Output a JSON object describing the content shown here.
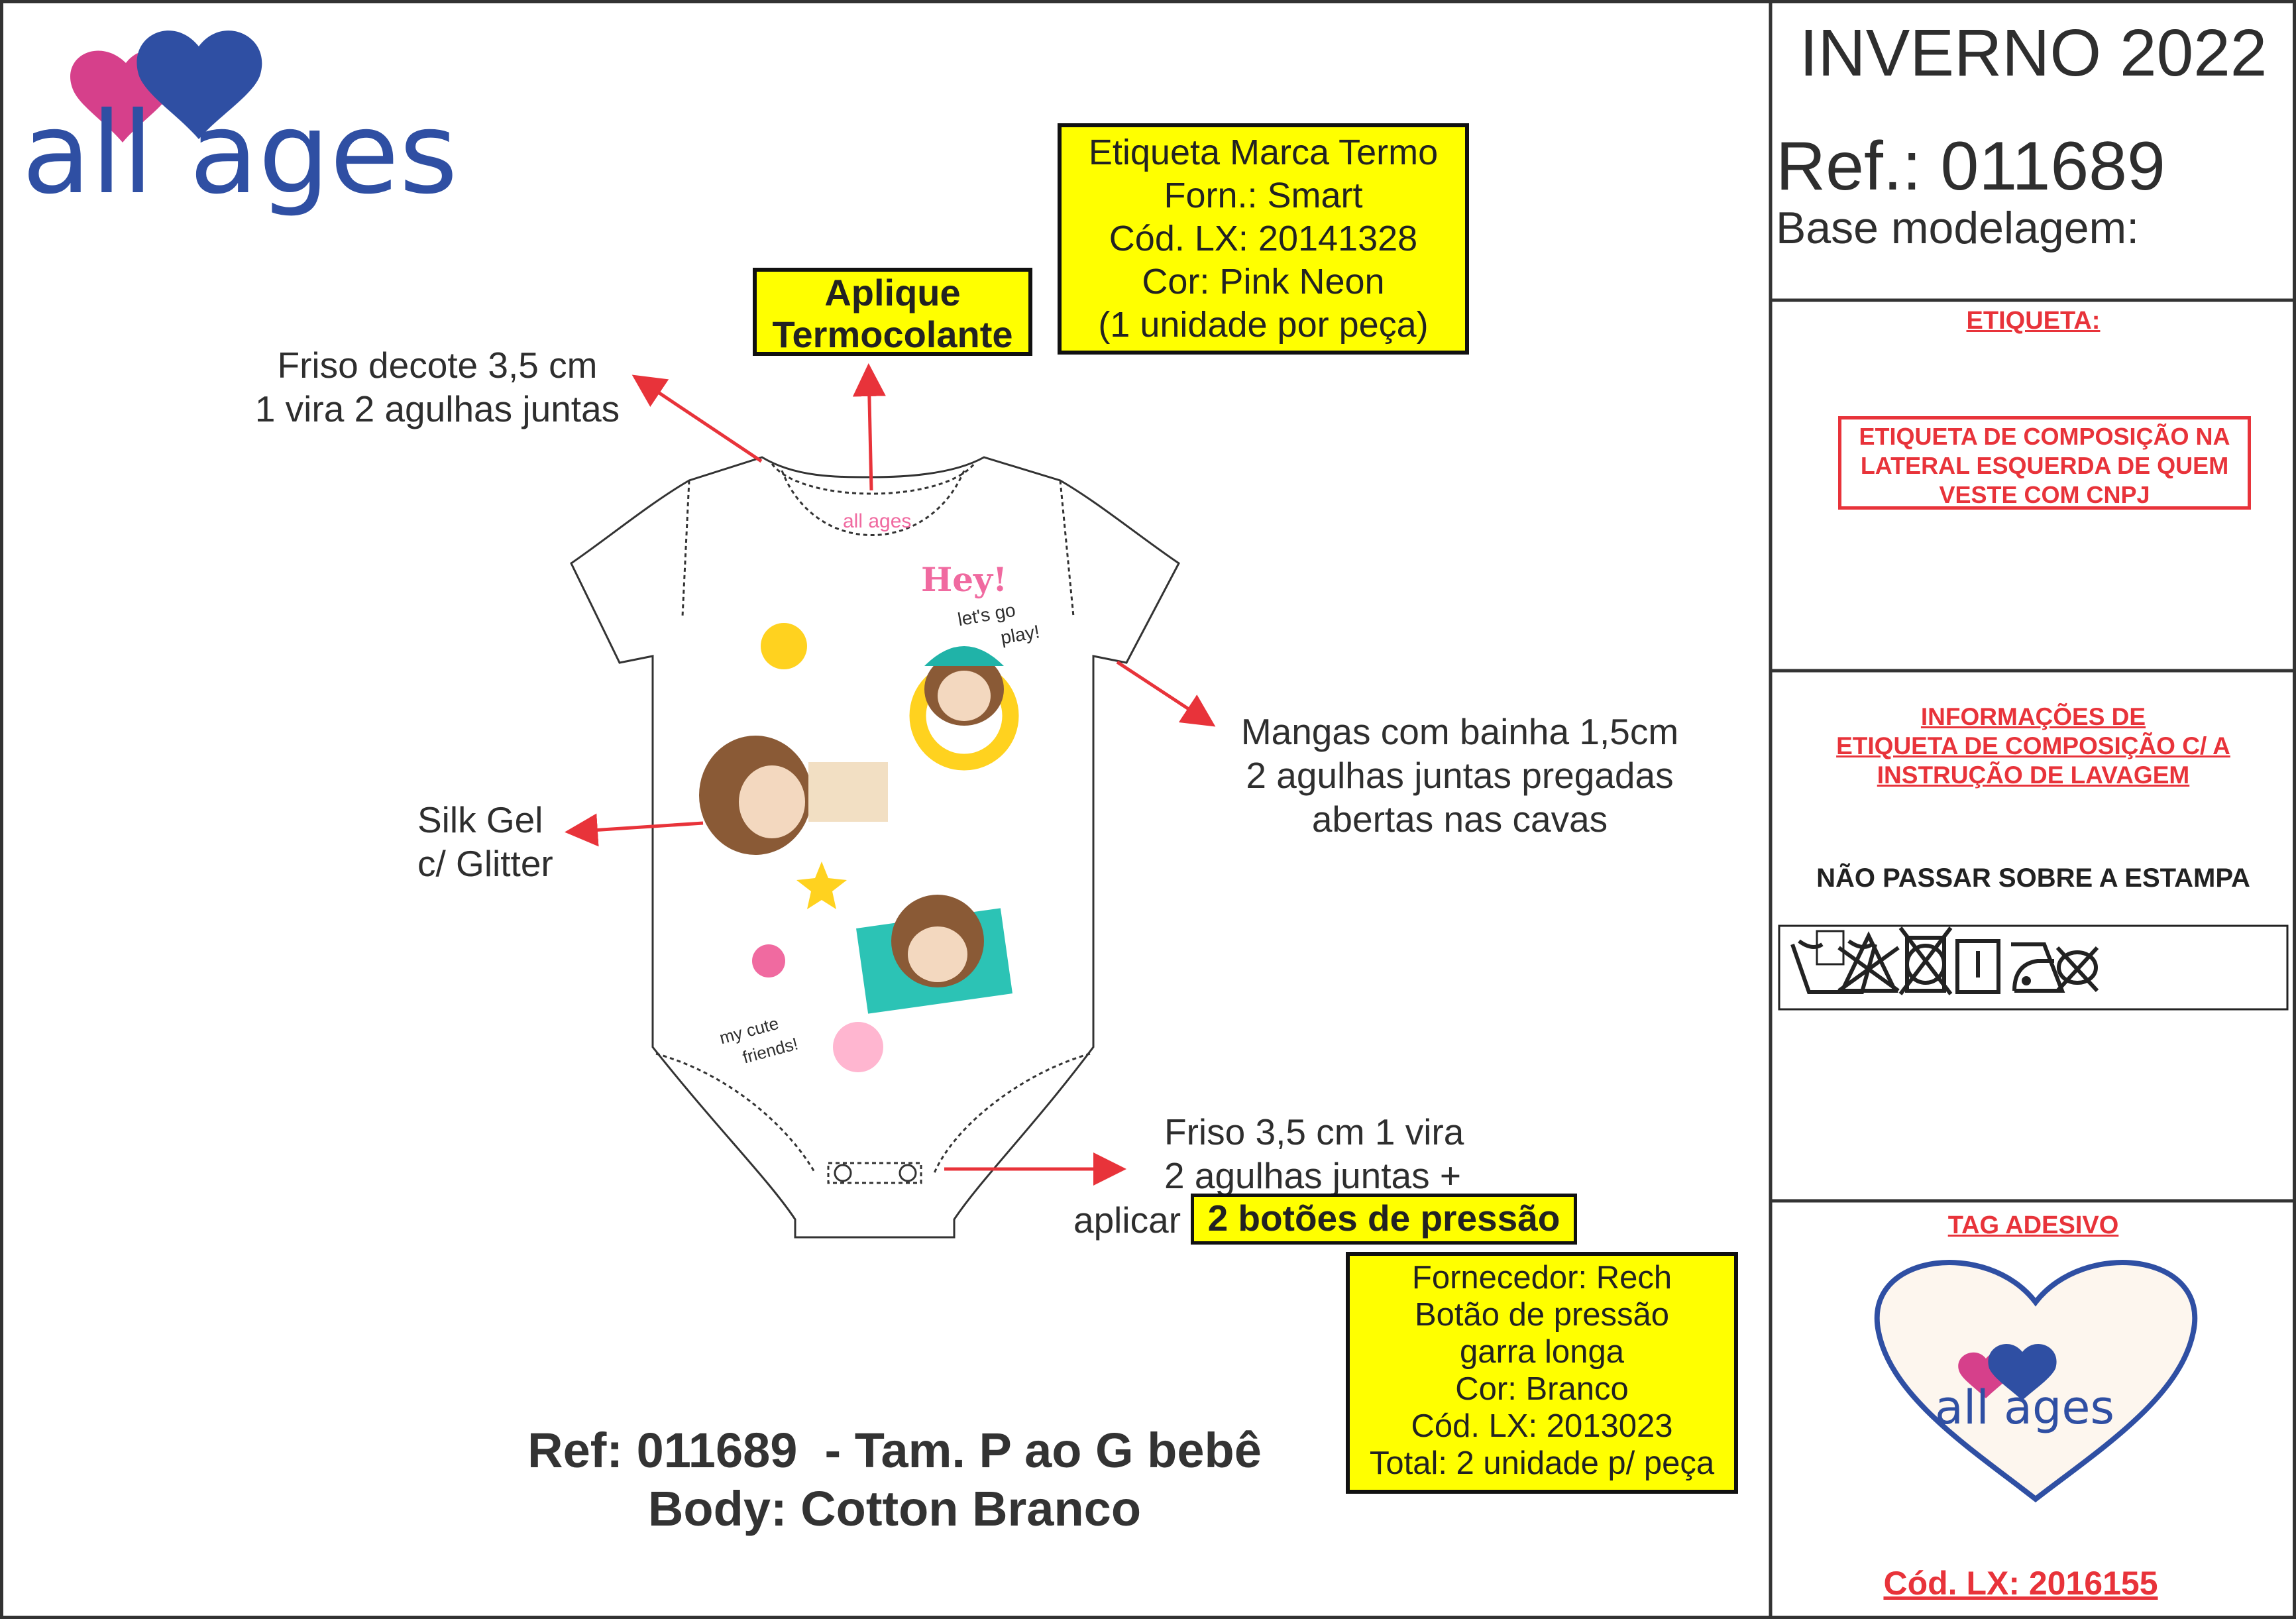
{
  "brand": {
    "logo_text": "all ages"
  },
  "header": {
    "season": "INVERNO 2022",
    "ref": "Ref.: 011689",
    "base": "Base modelagem:"
  },
  "labels": {
    "etiqueta_title": "ETIQUETA:",
    "etiqueta_box": [
      "ETIQUETA DE COMPOSIÇÃO NA",
      "LATERAL ESQUERDA DE QUEM",
      "VESTE COM CNPJ"
    ],
    "info_title": [
      "INFORMAÇÕES DE",
      "ETIQUETA DE COMPOSIÇÃO C/ A",
      "INSTRUÇÃO DE LAVAGEM"
    ],
    "warning": "NÃO PASSAR SOBRE A ESTAMPA",
    "care_icons": [
      "hand-wash-icon",
      "no-bleach-icon",
      "no-tumble-dry-icon",
      "line-dry-icon",
      "iron-low-icon",
      "no-dry-clean-icon"
    ],
    "tag_title": "TAG ADESIVO",
    "tag_code": "Cód. LX: 2016155"
  },
  "callouts": {
    "etiqueta_marca": [
      "Etiqueta Marca Termo",
      "Forn.: Smart",
      "Cód. LX: 20141328",
      "Cor: Pink Neon",
      "(1 unidade por peça)"
    ],
    "aplique": [
      "Aplique",
      "Termocolante"
    ],
    "friso_decote": [
      "Friso decote 3,5 cm",
      "1 vira 2 agulhas juntas"
    ],
    "silk": [
      "Silk Gel",
      "c/ Glitter"
    ],
    "mangas": [
      "Mangas com bainha 1,5cm",
      "2 agulhas juntas pregadas",
      "abertas nas cavas"
    ],
    "friso_bottom": [
      "Friso 3,5 cm 1 vira",
      "2 agulhas juntas +",
      "aplicar",
      "2 botões de pressão"
    ],
    "fornecedor": [
      "Fornecedor: Rech",
      "Botão de pressão",
      "garra longa",
      "Cor: Branco",
      "Cód. LX: 2013023",
      "Total: 2 unidade p/ peça"
    ]
  },
  "print": {
    "hey": "Hey!",
    "lets_go": "let's go",
    "play": "play!",
    "my_cute": "my cute",
    "friends": "friends!",
    "neck_logo": "all ages"
  },
  "footer": {
    "line1": "Ref: 011689  - Tam. P ao G bebê",
    "line2": "Body: Cotton Branco"
  },
  "colors": {
    "red": "#e8333a",
    "yellow": "#ffff00",
    "pink": "#d6408b",
    "blue": "#2f4fa3"
  }
}
